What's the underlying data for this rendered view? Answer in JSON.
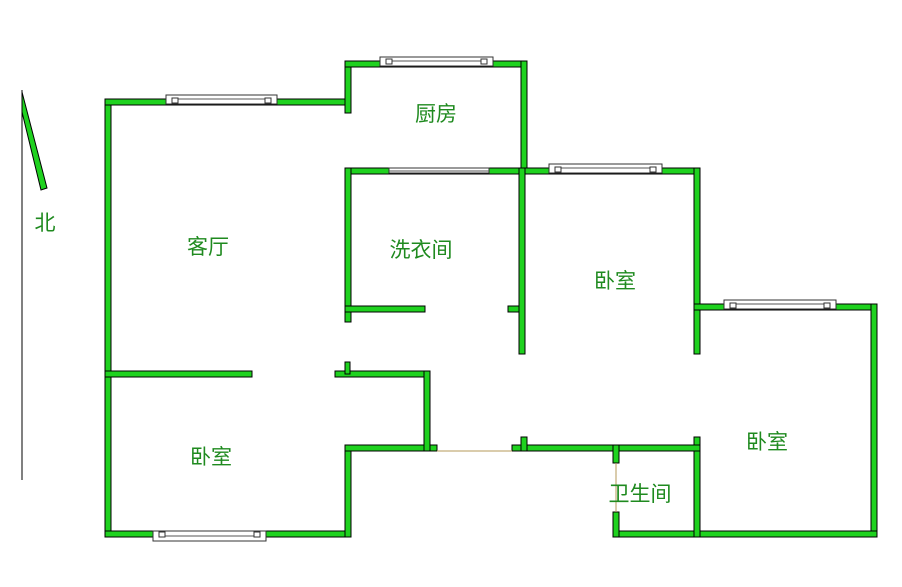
{
  "colors": {
    "wall": "#1fd21f",
    "label": "#1f8a1f",
    "outline": "#000000"
  },
  "compass": {
    "label": "北",
    "icon": "north-arrow-icon"
  },
  "rooms": {
    "kitchen": "厨房",
    "living_room": "客厅",
    "laundry": "洗衣间",
    "bedroom_center": "卧室",
    "bedroom_left": "卧室",
    "bedroom_right": "卧室",
    "bathroom": "卫生间"
  }
}
